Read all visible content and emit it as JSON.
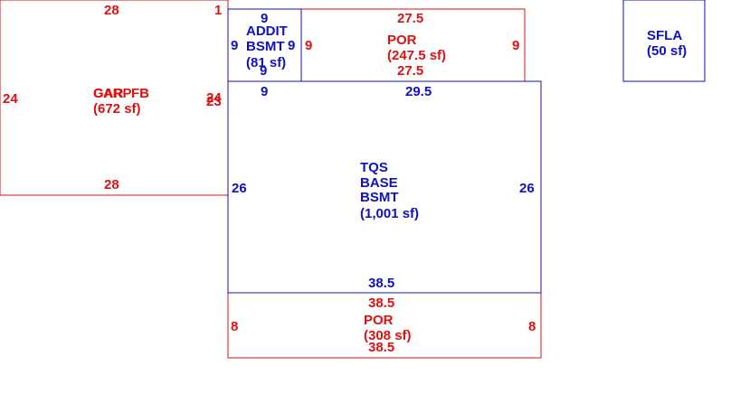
{
  "colors": {
    "red": "#dd1111",
    "blue": "#1111bb"
  },
  "areas": {
    "garage": {
      "overlap_names": [
        "GAR",
        "FB",
        "CARP"
      ],
      "size": "(672 sf)",
      "dims": {
        "top": "28",
        "bottom": "28",
        "left": "24",
        "right_a": "24",
        "right_b": "23",
        "corner": "1"
      }
    },
    "addit_bsmt": {
      "name_lines": [
        "ADDIT",
        "BSMT"
      ],
      "size": "(81 sf)",
      "dims": {
        "top": "9",
        "left": "9",
        "right": "9",
        "bottom": "9",
        "bottom_outer": "9"
      }
    },
    "por_top": {
      "name": "POR",
      "size": "(247.5 sf)",
      "dims": {
        "top": "27.5",
        "bottom": "27.5",
        "left": "9",
        "right": "9"
      }
    },
    "tqs_base": {
      "name_lines": [
        "TQS",
        "BASE",
        "BSMT"
      ],
      "size": "(1,001 sf)",
      "dims": {
        "top": "29.5",
        "bottom": "38.5",
        "left": "26",
        "right": "26"
      }
    },
    "por_bottom": {
      "name": "POR",
      "size": "(308 sf)",
      "dims": {
        "top": "38.5",
        "bottom": "38.5",
        "left": "8",
        "right": "8"
      }
    },
    "sfla": {
      "name": "SFLA",
      "size": "(50 sf)"
    }
  }
}
